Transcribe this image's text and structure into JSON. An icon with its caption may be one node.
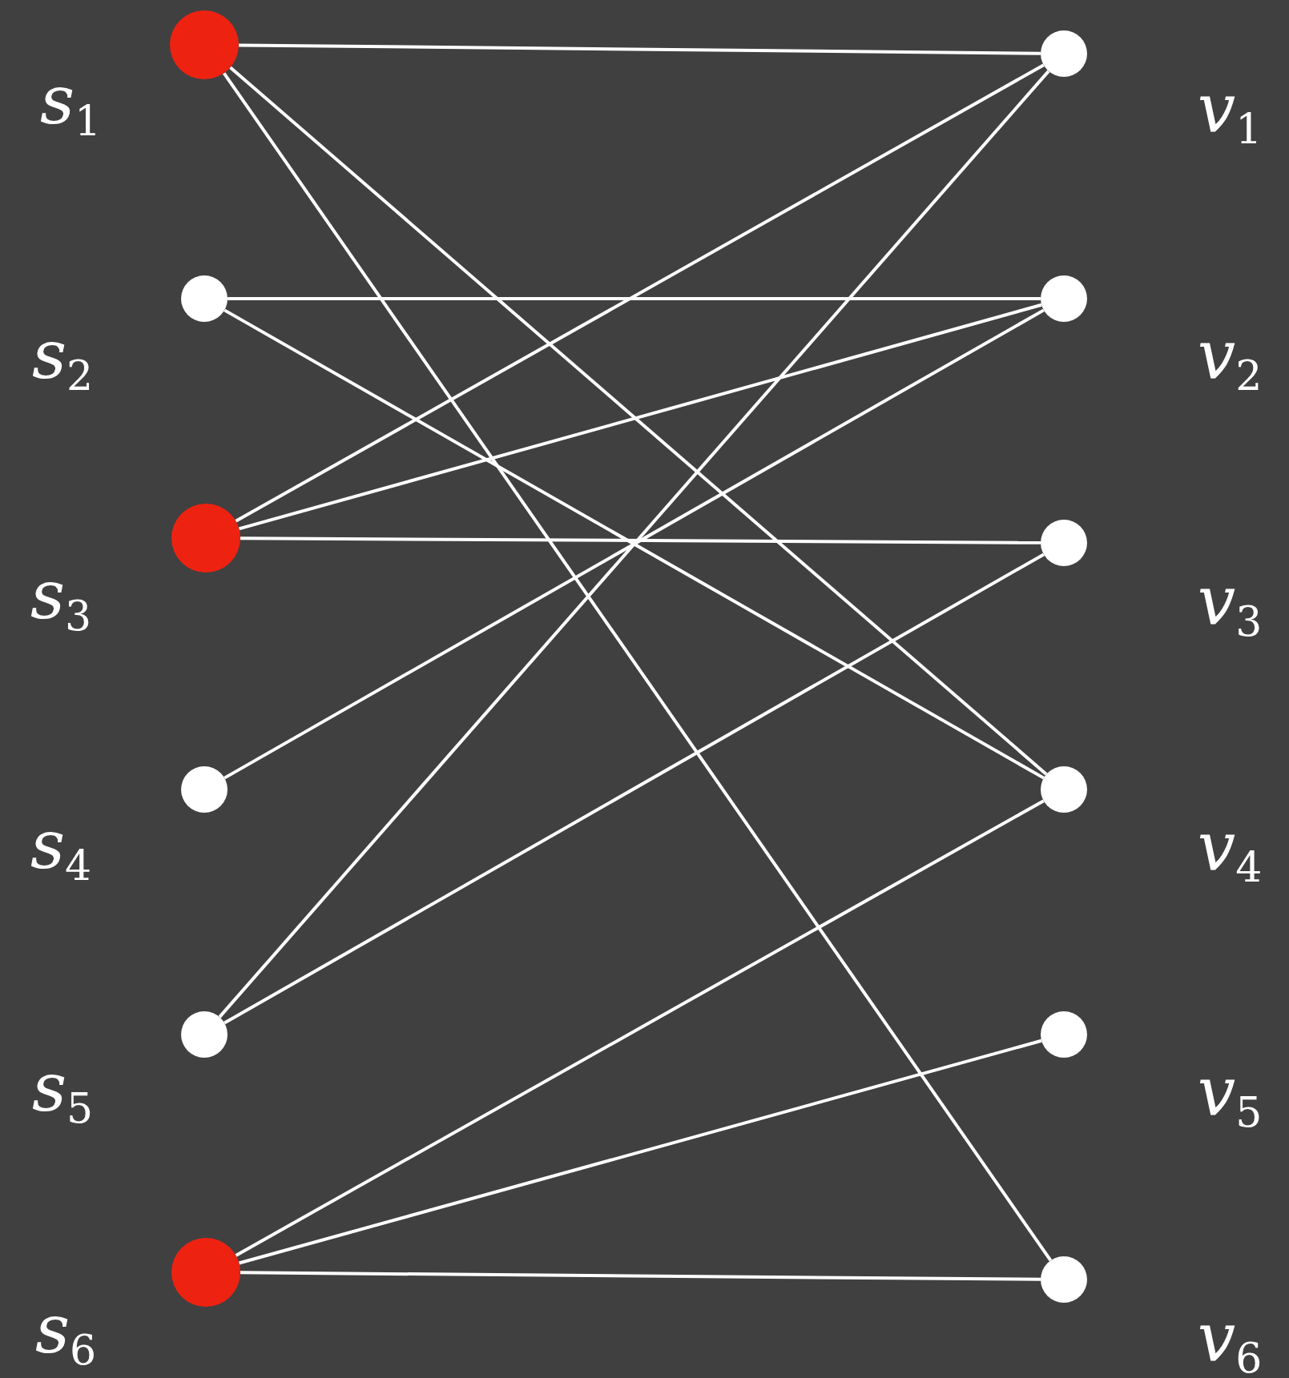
{
  "diagram": {
    "nodes": [
      {
        "text": [],
        "shape": "circle",
        "beside": [
          "*s*$_{1}$"
        ]
      },
      {
        "text": [],
        "shape": "circle",
        "beside": [
          "*s*$_{2}$"
        ]
      },
      {
        "text": [],
        "shape": "circle",
        "beside": [
          "*s*$_{3}$"
        ]
      },
      {
        "text": [],
        "shape": "circle",
        "beside": [
          "*s*$_{4}$"
        ]
      },
      {
        "text": [],
        "shape": "circle",
        "beside": [
          "*s*$_{5}$"
        ]
      },
      {
        "text": [],
        "shape": "circle",
        "beside": [
          "*s*$_{6}$"
        ]
      },
      {
        "text": [],
        "shape": "circle",
        "beside": [
          "*v*$_{1}$"
        ]
      },
      {
        "text": [],
        "shape": "circle",
        "beside": [
          "*v*$_{2}$"
        ]
      },
      {
        "text": [],
        "shape": "circle",
        "beside": [
          "*v*$_{3}$"
        ]
      },
      {
        "text": [],
        "shape": "circle",
        "beside": [
          "*v*$_{4}$"
        ]
      },
      {
        "text": [],
        "shape": "circle",
        "beside": [
          "*v*$_{5}$"
        ]
      },
      {
        "text": [],
        "shape": "circle",
        "beside": [
          "*v*$_{6}$"
        ]
      }
    ],
    "edges": [
      {
        "from": 0,
        "to": 6,
        "arrow": "none"
      },
      {
        "from": 0,
        "to": 9,
        "arrow": "none"
      },
      {
        "from": 0,
        "to": 11,
        "arrow": "none"
      },
      {
        "from": 1,
        "to": 7,
        "arrow": "none"
      },
      {
        "from": 1,
        "to": 9,
        "arrow": "none"
      },
      {
        "from": 2,
        "to": 6,
        "arrow": "none"
      },
      {
        "from": 2,
        "to": 7,
        "arrow": "none"
      },
      {
        "from": 2,
        "to": 8,
        "arrow": "none"
      },
      {
        "from": 3,
        "to": 7,
        "arrow": "none"
      },
      {
        "from": 4,
        "to": 6,
        "arrow": "none"
      },
      {
        "from": 4,
        "to": 8,
        "arrow": "none"
      },
      {
        "from": 5,
        "to": 9,
        "arrow": "none"
      },
      {
        "from": 5,
        "to": 10,
        "arrow": "none"
      },
      {
        "from": 5,
        "to": 11,
        "arrow": "none"
      }
    ]
  }
}
